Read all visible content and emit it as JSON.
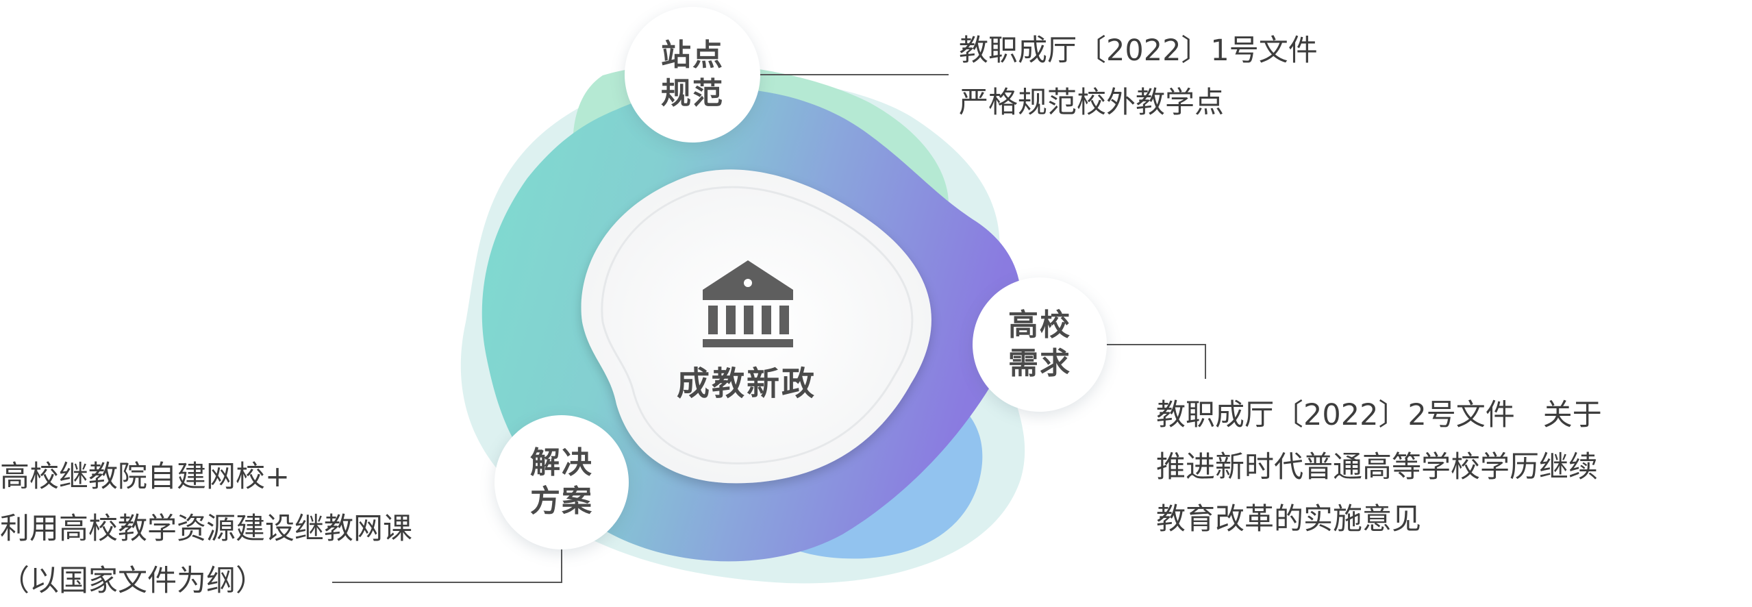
{
  "center": {
    "title": "成教新政",
    "icon": "government-building-icon"
  },
  "nodes": {
    "top": {
      "line1": "站点",
      "line2": "规范"
    },
    "right": {
      "line1": "高校",
      "line2": "需求"
    },
    "left": {
      "line1": "解决",
      "line2": "方案"
    }
  },
  "notes": {
    "top": {
      "line1": "教职成厅〔2022〕1号文件",
      "line2": "严格规范校外教学点"
    },
    "right": {
      "line1": "教职成厅〔2022〕2号文件   关于",
      "line2": "推进新时代普通高等学校学历继续",
      "line3": "教育改革的实施意见"
    },
    "left": {
      "line1": "高校继教院自建网校+",
      "line2": "利用高校教学资源建设继教网课",
      "line3": "（以国家文件为纲）"
    }
  },
  "colors": {
    "teal": "#7fd8cf",
    "purple": "#8a7fe0",
    "blue": "#8fc3f0",
    "mint": "#b7ead5",
    "connector": "#555555"
  }
}
